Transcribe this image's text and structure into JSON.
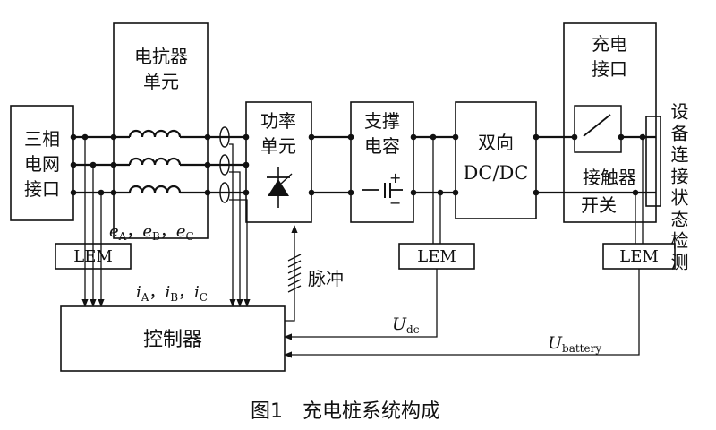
{
  "blocks": {
    "grid": [
      "三相",
      "电网",
      "接口"
    ],
    "reactor": [
      "电抗器",
      "单元"
    ],
    "power": [
      "功率",
      "单元"
    ],
    "capacitor": [
      "支撑",
      "电容"
    ],
    "dcdc": [
      "双向",
      "DC/DC"
    ],
    "charge_port": [
      "充电",
      "接口"
    ],
    "contactor": [
      "接触器",
      "开关"
    ],
    "controller": "控制器"
  },
  "sensors": {
    "lem": "LEM"
  },
  "signals": {
    "e_labels": {
      "e": "e",
      "A": "A",
      "B": "B",
      "C": "C",
      "sep": "，"
    },
    "i_labels": {
      "i": "i",
      "A": "A",
      "B": "B",
      "C": "C",
      "sep": "，"
    },
    "pulse": "脉冲",
    "udc": {
      "main": "U",
      "sub": "dc"
    },
    "ubattery": {
      "main": "U",
      "sub": "battery"
    },
    "side_label": "设备连接状态检测"
  },
  "cap_signs": {
    "plus": "+",
    "minus": "−"
  },
  "caption": {
    "prefix": "图1",
    "title": "充电桩系统构成"
  }
}
